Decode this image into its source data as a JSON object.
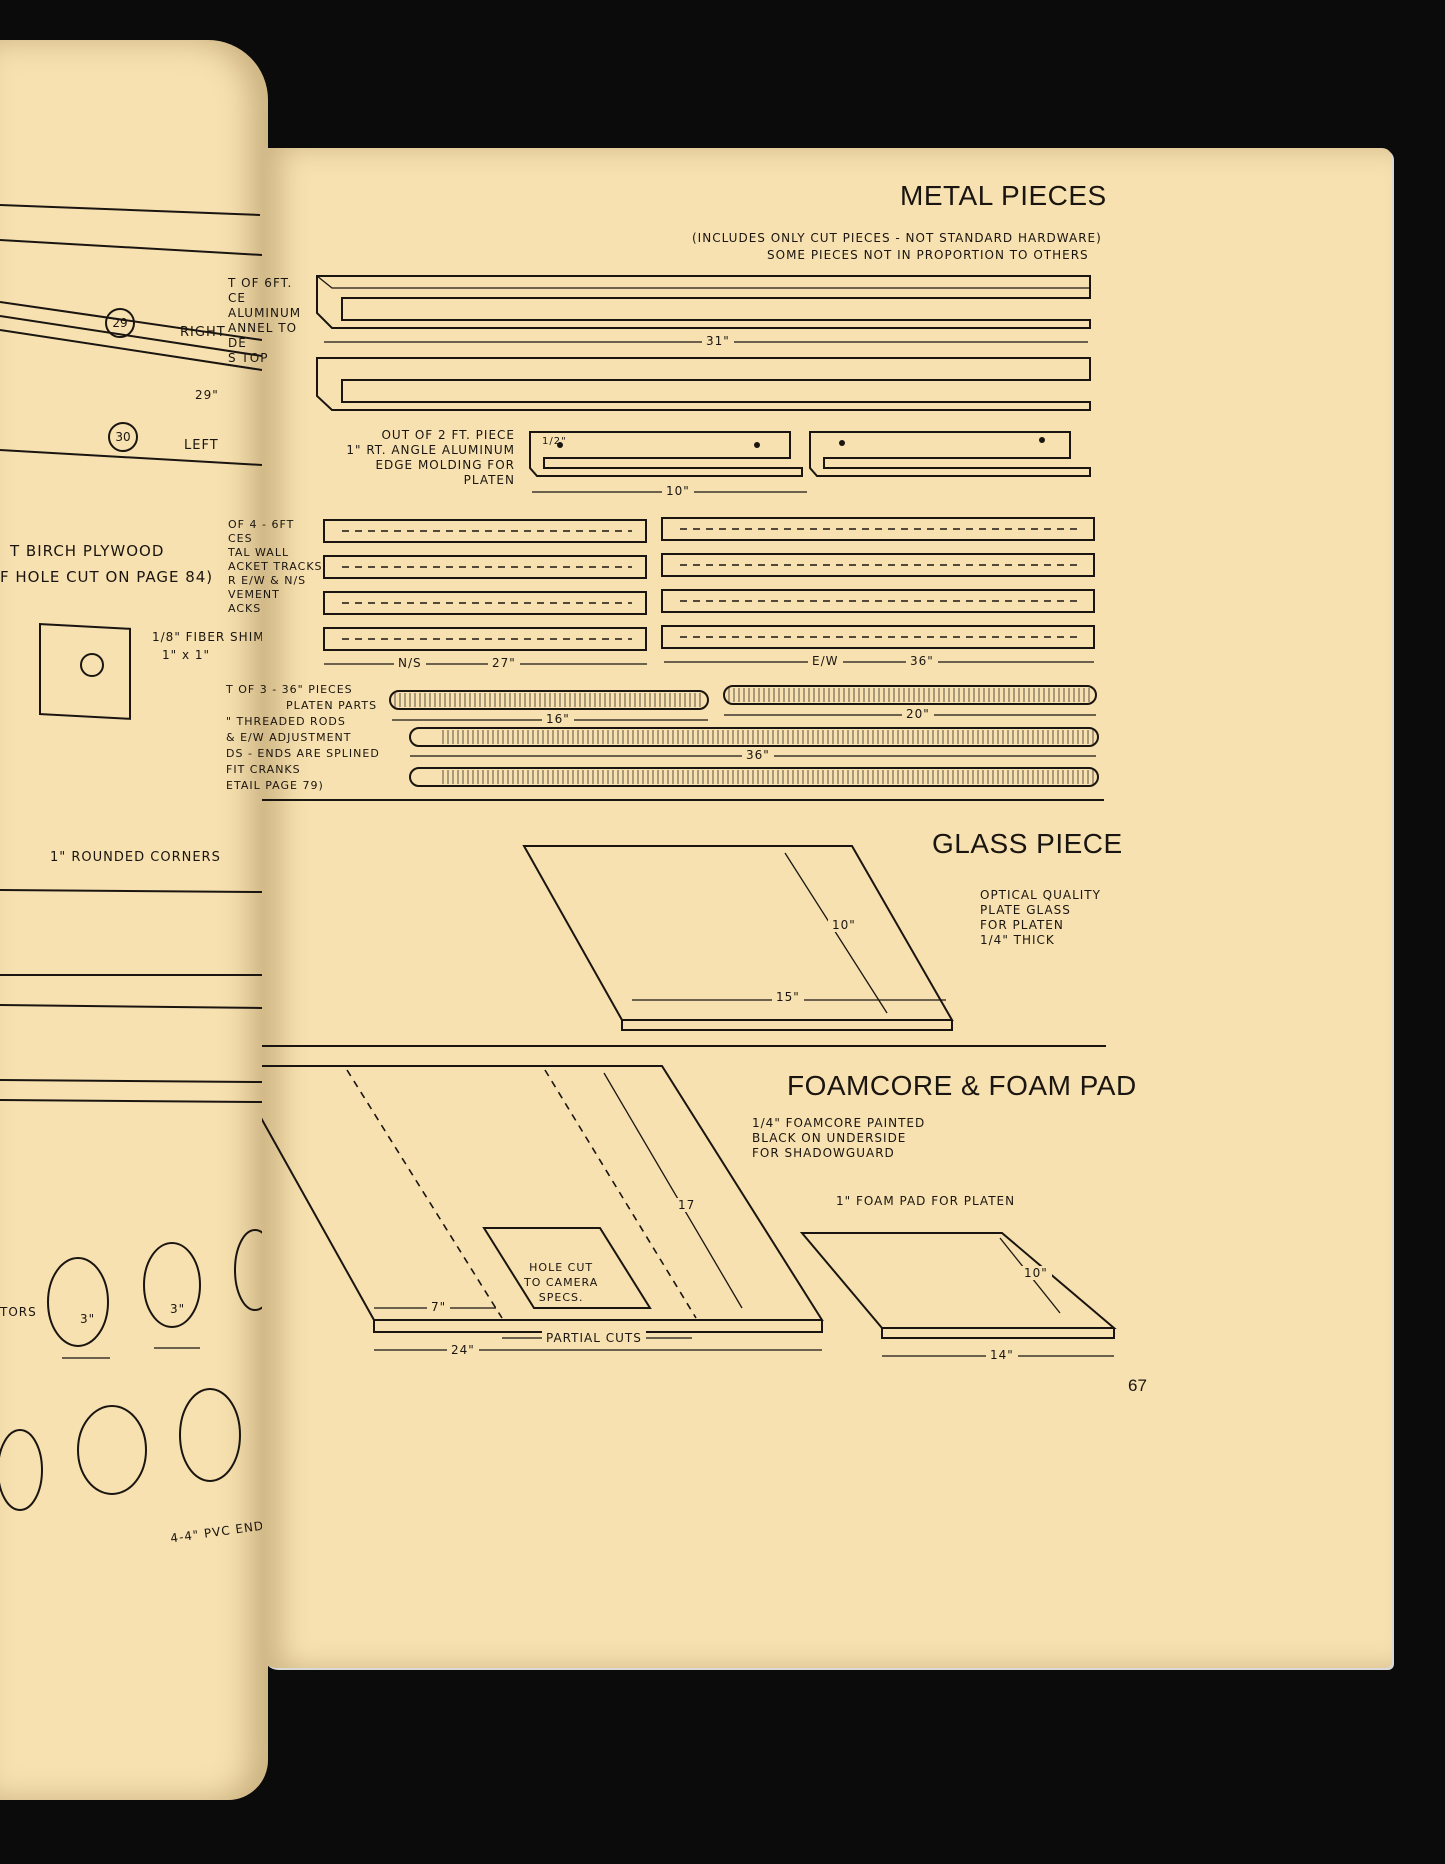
{
  "left_page": {
    "part_29": "29",
    "part_29_label": "RIGHT",
    "dim_29": "29\"",
    "part_30": "30",
    "part_30_label": "LEFT",
    "birch": "T BIRCH PLYWOOD",
    "hole_cut": "F HOLE CUT ON PAGE 84)",
    "fiber_shim": "1/8\" FIBER SHIM",
    "fiber_size": "1\" x 1\"",
    "rounded": "1\" ROUNDED CORNERS",
    "tors": "TORS",
    "dim_3a": "3\"",
    "dim_3b": "3\"",
    "pvc": "4-4\" PVC END"
  },
  "metal": {
    "title": "METAL PIECES",
    "note1": "(INCLUDES ONLY CUT PIECES - NOT STANDARD HARDWARE)",
    "note2": "SOME PIECES NOT IN PROPORTION TO OTHERS",
    "channel_lines": [
      "T OF 6FT.",
      "CE",
      "ALUMINUM",
      "ANNEL TO",
      "DE",
      "S TOP"
    ],
    "channel_dim": "31\"",
    "angle_lines": [
      "OUT OF 2 FT. PIECE",
      "1\" RT. ANGLE ALUMINUM",
      "EDGE MOLDING FOR",
      "PLATEN"
    ],
    "angle_dim": "10\"",
    "angle_hole": "1/2\"",
    "track_lines": [
      "OF 4 - 6FT",
      "CES",
      "TAL WALL",
      "ACKET TRACKS",
      "R E/W & N/S",
      "VEMENT",
      "ACKS"
    ],
    "ns_label": "N/S",
    "ns_dim": "27\"",
    "ew_label": "E/W",
    "ew_dim": "36\"",
    "rod_lines": [
      "T OF 3 - 36\" PIECES",
      "PLATEN PARTS",
      "\" THREADED RODS",
      "& E/W ADJUSTMENT",
      "DS - ENDS ARE SPLINED",
      "FIT CRANKS",
      "ETAIL PAGE 79)"
    ],
    "rod_dim_16": "16\"",
    "rod_dim_20": "20\"",
    "rod_dim_36": "36\""
  },
  "glass": {
    "title": "GLASS PIECE",
    "note": [
      "OPTICAL QUALITY",
      "PLATE GLASS",
      "FOR PLATEN",
      "1/4\" THICK"
    ],
    "dim_w": "15\"",
    "dim_d": "10\""
  },
  "foam": {
    "title": "FOAMCORE & FOAM PAD",
    "note": [
      "1/4\" FOAMCORE PAINTED",
      "BLACK ON UNDERSIDE",
      "FOR SHADOWGUARD"
    ],
    "hole": [
      "HOLE CUT",
      "TO CAMERA",
      "SPECS."
    ],
    "dim_17": "17",
    "dim_7": "7\"",
    "dim_24": "24\"",
    "partial": "PARTIAL CUTS",
    "pad_label": "1\" FOAM PAD FOR PLATEN",
    "pad_w": "14\"",
    "pad_d": "10\""
  },
  "page_number": "67"
}
